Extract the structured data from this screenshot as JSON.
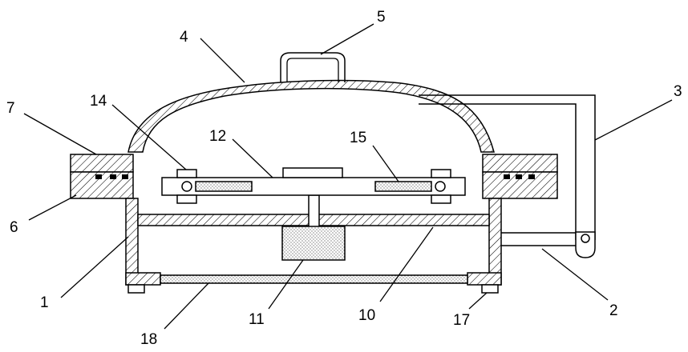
{
  "labels": {
    "l1": "1",
    "l2": "2",
    "l3": "3",
    "l4": "4",
    "l5": "5",
    "l6": "6",
    "l7": "7",
    "l10": "10",
    "l11": "11",
    "l12": "12",
    "l14": "14",
    "l15": "15",
    "l17": "17",
    "l18": "18"
  },
  "colors": {
    "stroke": "#000000",
    "background": "#ffffff"
  }
}
